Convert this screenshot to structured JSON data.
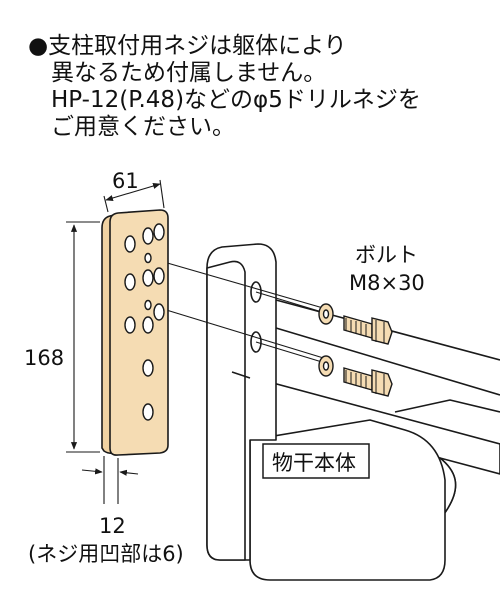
{
  "note": {
    "bullet": "●",
    "lines": [
      "支柱取付用ネジは躯体により",
      "異なるため付属しません。",
      "HP-12(P.48)などのφ5ドリルネジを",
      "ご用意ください。"
    ]
  },
  "diagram": {
    "width_label": "61",
    "height_label": "168",
    "thickness_label": "12",
    "thickness_note": "(ネジ用凹部は6)",
    "bolt_label": "ボルト",
    "bolt_size": "M8×30",
    "body_label": "物干本体",
    "plate_color": "#f5dcb3",
    "line_color": "#1a1a1a"
  }
}
